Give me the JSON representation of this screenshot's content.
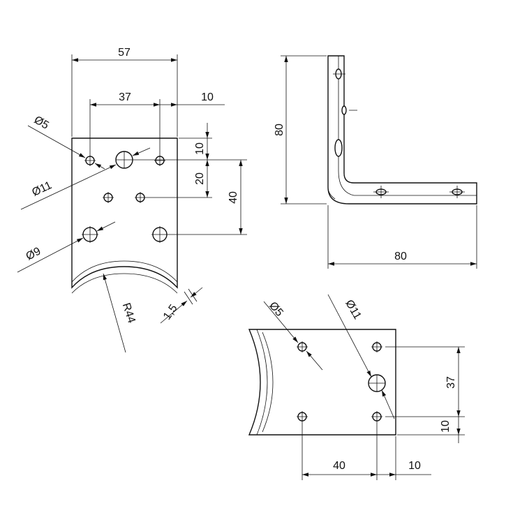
{
  "drawing": {
    "front_view": {
      "dim_width_57": "57",
      "dim_holes_37": "37",
      "dim_edge_10": "10",
      "dim_top_10": "10",
      "dim_20": "20",
      "dim_40": "40",
      "dia_5": "Ø5",
      "dia_11": "Ø11",
      "dia_9": "Ø9",
      "radius": "R44",
      "thickness": "1,5"
    },
    "side_view": {
      "height_80": "80",
      "width_80": "80"
    },
    "bottom_view": {
      "dia_5": "Ø5",
      "dia_11": "Ø11",
      "dim_37": "37",
      "dim_10_vertical": "10",
      "dim_40": "40",
      "dim_10_horizontal": "10"
    }
  }
}
